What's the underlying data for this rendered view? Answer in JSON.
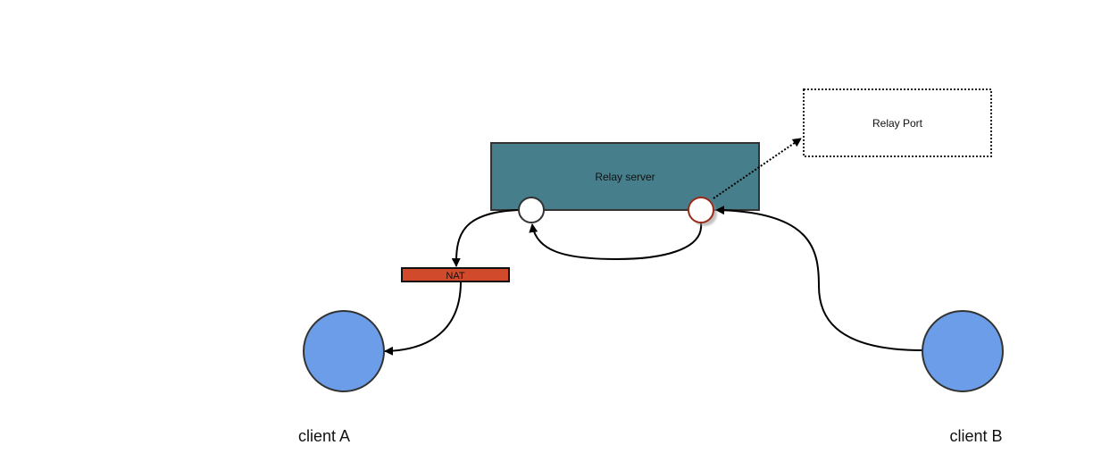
{
  "diagram": {
    "nodes": {
      "relay_server": {
        "label": "Relay server",
        "fill": "#467e8b"
      },
      "relay_port": {
        "label": "Relay Port"
      },
      "nat": {
        "label": "NAT",
        "fill": "#d24a2c"
      },
      "client_a": {
        "label": "client A",
        "fill": "#6c9de8"
      },
      "client_b": {
        "label": "client B",
        "fill": "#6c9de8"
      },
      "port_left": {
        "label": ""
      },
      "port_right": {
        "label": "",
        "stroke": "#9a2a1a"
      }
    },
    "edges": [
      {
        "from": "relay_server.port_left",
        "to": "nat",
        "style": "solid"
      },
      {
        "from": "nat",
        "to": "client_a",
        "style": "solid"
      },
      {
        "from": "port_right",
        "to": "port_left",
        "style": "solid"
      },
      {
        "from": "client_b",
        "to": "port_right",
        "style": "solid"
      },
      {
        "from": "port_right",
        "to": "relay_port",
        "style": "dotted"
      }
    ]
  }
}
